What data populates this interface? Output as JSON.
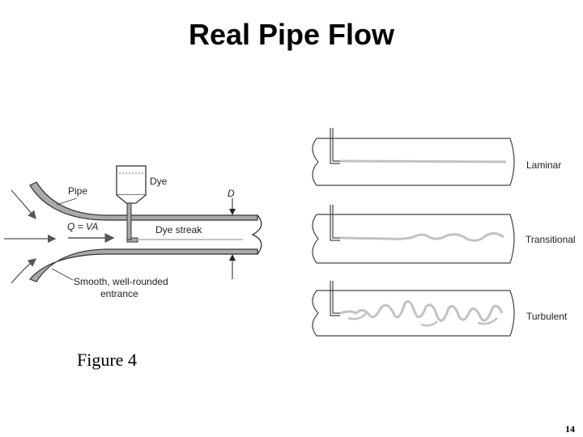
{
  "slide": {
    "title": "Real Pipe Flow",
    "caption": "Figure 4",
    "page_number": "14"
  },
  "left_figure": {
    "labels": {
      "dye": "Dye",
      "pipe": "Pipe",
      "diameter": "D",
      "flow": "Q = VA",
      "dye_streak": "Dye streak",
      "entrance_line1": "Smooth, well-rounded",
      "entrance_line2": "entrance"
    }
  },
  "right_figure": {
    "regimes": [
      {
        "label": "Laminar"
      },
      {
        "label": "Transitional"
      },
      {
        "label": "Turbulent"
      }
    ]
  },
  "colors": {
    "pipe_fill": "#aaaaaa",
    "pipe_edge": "#333333",
    "dye_streak": "#c2c2c2"
  }
}
